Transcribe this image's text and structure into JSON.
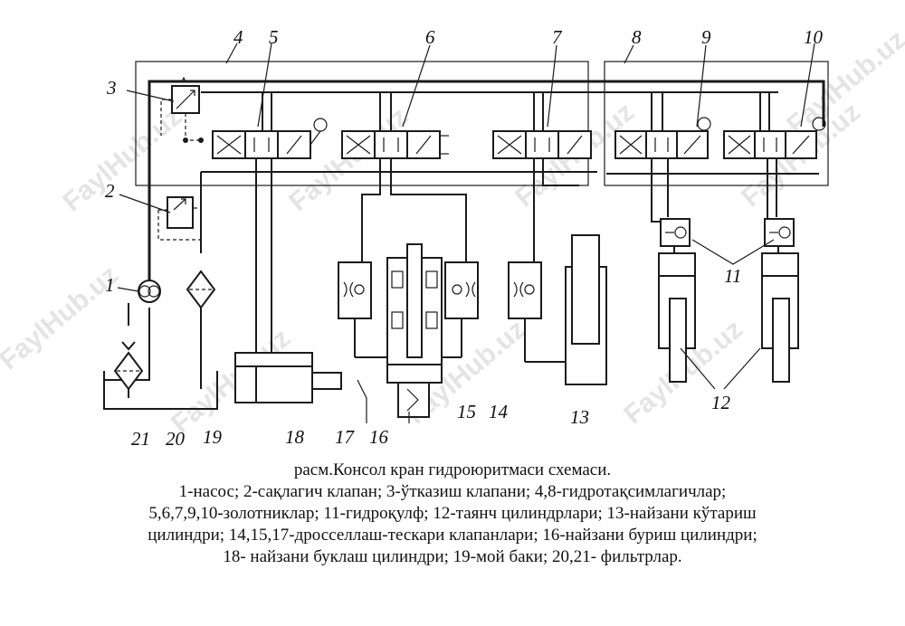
{
  "labels": {
    "n1": "1",
    "n2": "2",
    "n3": "3",
    "n4": "4",
    "n5": "5",
    "n6": "6",
    "n7": "7",
    "n8": "8",
    "n9": "9",
    "n10": "10",
    "n11": "11",
    "n12": "12",
    "n13": "13",
    "n14": "14",
    "n15": "15",
    "n16": "16",
    "n17": "17",
    "n18": "18",
    "n19": "19",
    "n20": "20",
    "n21": "21"
  },
  "watermark": "FaylHub.uz",
  "caption": {
    "title": "расм.Консол кран гидроюритмаси схемаси.",
    "line1": "1-насос; 2-сақлагич клапан; 3-ўтказиш клапани; 4,8-гидротақсимлагичлар;",
    "line2": "5,6,7,9,10-золотниклар; 11-гидроқулф; 12-таянч цилиндрлари; 13-найзани кўтариш",
    "line3": "цилиндри; 14,15,17-дросселлаш-тескари клапанлари; 16-найзани буриш цилиндри;",
    "line4": "18- найзани буклаш цилиндри; 19-мой баки; 20,21- фильтрлар."
  }
}
